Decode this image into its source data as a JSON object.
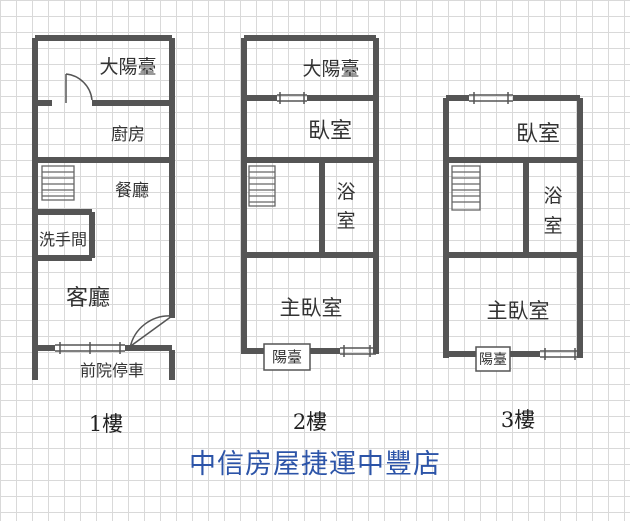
{
  "floor1": {
    "rooms": {
      "balcony": "大陽臺",
      "kitchen": "廚房",
      "dining": "餐廳",
      "restroom": "洗手間",
      "living": "客廳",
      "front_yard_parking": "前院停車"
    },
    "level_label": "1樓"
  },
  "floor2": {
    "rooms": {
      "balcony": "大陽臺",
      "bedroom": "臥室",
      "bathroom_1": "浴",
      "bathroom_2": "室",
      "master_bedroom": "主臥室",
      "small_balcony": "陽臺"
    },
    "level_label": "2樓"
  },
  "floor3": {
    "rooms": {
      "bedroom": "臥室",
      "bathroom_1": "浴",
      "bathroom_2": "室",
      "master_bedroom": "主臥室",
      "small_balcony": "陽臺"
    },
    "level_label": "3樓"
  },
  "brand": "中信房屋捷運中豐店",
  "colors": {
    "wall": "#555555",
    "brand_text": "#2c54a8",
    "grid": "#d9d9d9"
  }
}
